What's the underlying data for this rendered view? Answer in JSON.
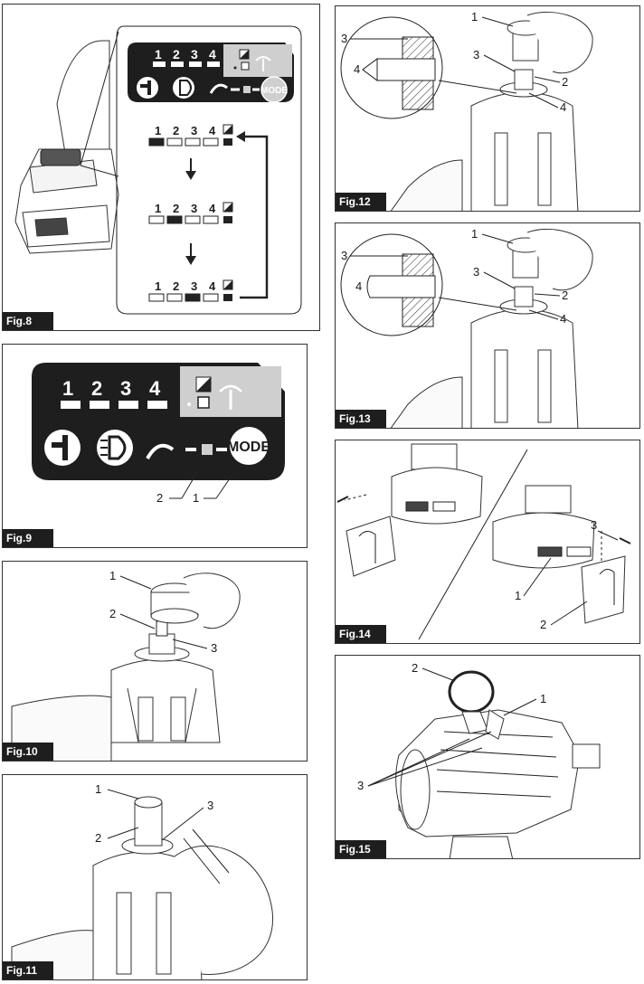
{
  "figures": {
    "fig8": {
      "tag": "Fig.8",
      "panel_digits": [
        "1",
        "2",
        "3",
        "4"
      ],
      "mode_label": "MODE",
      "states": [
        {
          "digits": [
            "1",
            "2",
            "3",
            "4"
          ],
          "active": 1
        },
        {
          "digits": [
            "1",
            "2",
            "3",
            "4"
          ],
          "active": 2
        },
        {
          "digits": [
            "1",
            "2",
            "3",
            "4"
          ],
          "active": 3
        }
      ]
    },
    "fig9": {
      "tag": "Fig.9",
      "panel_digits": [
        "1",
        "2",
        "3",
        "4"
      ],
      "mode_label": "MODE",
      "callouts": [
        "2",
        "1"
      ]
    },
    "fig10": {
      "tag": "Fig.10",
      "callouts": [
        "1",
        "2",
        "3"
      ]
    },
    "fig11": {
      "tag": "Fig.11",
      "callouts": [
        "1",
        "2",
        "3"
      ]
    },
    "fig12": {
      "tag": "Fig.12",
      "callouts": [
        "1",
        "3",
        "3",
        "4",
        "2",
        "4"
      ]
    },
    "fig13": {
      "tag": "Fig.13",
      "callouts": [
        "1",
        "3",
        "3",
        "4",
        "2",
        "4"
      ]
    },
    "fig14": {
      "tag": "Fig.14",
      "callouts": [
        "3",
        "1",
        "2"
      ]
    },
    "fig15": {
      "tag": "Fig.15",
      "callouts": [
        "2",
        "1",
        "3"
      ]
    }
  },
  "colors": {
    "panel_dark": "#1e1e1e",
    "frame": "#333333",
    "tag_bg": "#1e1e1e"
  }
}
